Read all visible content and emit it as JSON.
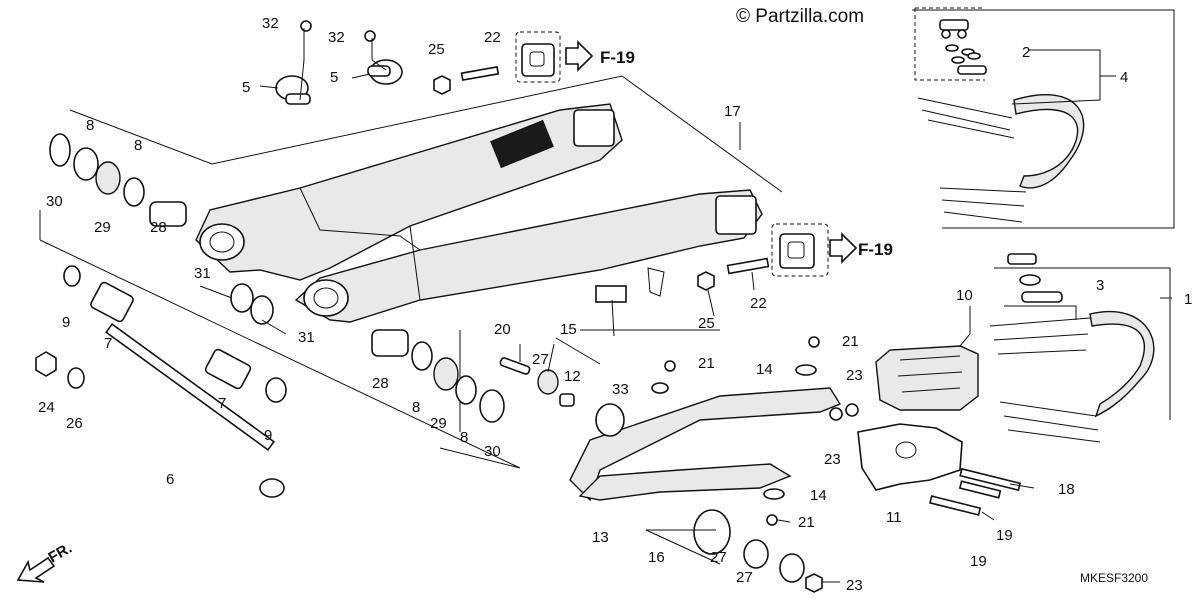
{
  "watermark": "© Partzilla.com",
  "diagram_code": "MKESF3200",
  "direction": "FR.",
  "refs": {
    "upper": "F-19",
    "lower": "F-19"
  },
  "callouts": {
    "c1": "1",
    "c2": "2",
    "c3": "3",
    "c4": "4",
    "c5a": "5",
    "c5b": "5",
    "c6": "6",
    "c7a": "7",
    "c7b": "7",
    "c8a": "8",
    "c8b": "8",
    "c8c": "8",
    "c8d": "8",
    "c9a": "9",
    "c9b": "9",
    "c10": "10",
    "c11": "11",
    "c12": "12",
    "c13": "13",
    "c14a": "14",
    "c14b": "14",
    "c15": "15",
    "c16": "16",
    "c17": "17",
    "c18": "18",
    "c19a": "19",
    "c19b": "19",
    "c20": "20",
    "c21a": "21",
    "c21b": "21",
    "c21c": "21",
    "c22a": "22",
    "c22b": "22",
    "c23a": "23",
    "c23b": "23",
    "c23c": "23",
    "c24": "24",
    "c25a": "25",
    "c25b": "25",
    "c26": "26",
    "c27a": "27",
    "c27b": "27",
    "c27c": "27",
    "c28a": "28",
    "c28b": "28",
    "c29a": "29",
    "c29b": "29",
    "c30a": "30",
    "c30b": "30",
    "c31a": "31",
    "c31b": "31",
    "c32a": "32",
    "c32b": "32",
    "c33": "33"
  }
}
